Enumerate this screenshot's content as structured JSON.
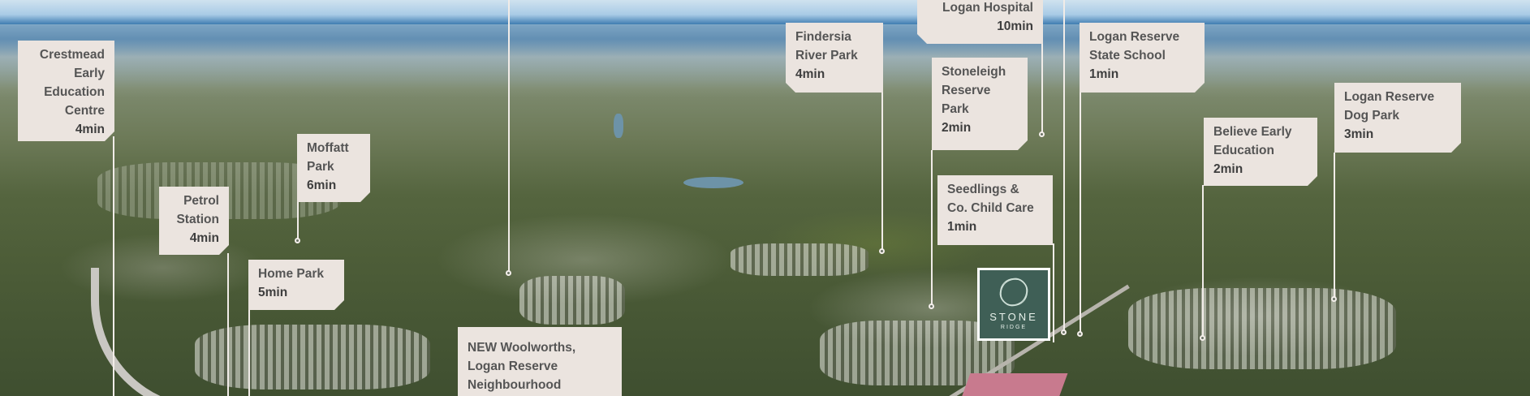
{
  "labels": [
    {
      "id": "crestmead",
      "lines": [
        "Crestmead",
        "Early",
        "Education",
        "Centre"
      ],
      "time": "4min"
    },
    {
      "id": "petrol",
      "lines": [
        "Petrol",
        "Station"
      ],
      "time": "4min"
    },
    {
      "id": "moffatt",
      "lines": [
        "Moffatt",
        "Park"
      ],
      "time": "6min"
    },
    {
      "id": "homepark",
      "lines": [
        "Home Park"
      ],
      "time": "5min"
    },
    {
      "id": "findersia",
      "lines": [
        "Findersia",
        "River Park"
      ],
      "time": "4min"
    },
    {
      "id": "hospital",
      "lines": [
        "Logan Hospital"
      ],
      "time": "10min"
    },
    {
      "id": "stoneleigh",
      "lines": [
        "Stoneleigh",
        "Reserve",
        "Park"
      ],
      "time": "2min"
    },
    {
      "id": "seedlings",
      "lines": [
        "Seedlings &",
        "Co. Child Care"
      ],
      "time": "1min"
    },
    {
      "id": "school",
      "lines": [
        "Logan Reserve",
        "State School"
      ],
      "time": "1min"
    },
    {
      "id": "believe",
      "lines": [
        "Believe Early",
        "Education"
      ],
      "time": "2min"
    },
    {
      "id": "dogpark",
      "lines": [
        "Logan Reserve",
        "Dog Park"
      ],
      "time": "3min"
    }
  ],
  "woolworths": {
    "new_tag": "NEW",
    "line1": "Woolworths,",
    "line2": "Logan Reserve",
    "line3": "Neighbourhood"
  },
  "logo": {
    "word": "STONE",
    "sub": "RIDGE"
  }
}
